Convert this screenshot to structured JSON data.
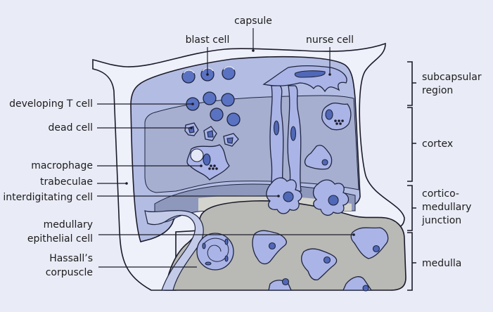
{
  "title": "Thymus lobule structure",
  "colors": {
    "background": "#e9ebf6",
    "capsule_fill": "#eef0fa",
    "subcapsular_fill": "#b3bde3",
    "cortex_fill": "#a6afd0",
    "medulla_fill": "#b9b9b5",
    "junction_fill": "#d4d4ce",
    "cell_fill": "#aab4e6",
    "nucleus_fill": "#5068b8"
  },
  "labels": {
    "capsule": "capsule",
    "blast_cell": "blast cell",
    "nurse_cell": "nurse cell",
    "developing_t_cell": "developing T cell",
    "dead_cell": "dead cell",
    "macrophage": "macrophage",
    "trabeculae": "trabeculae",
    "interdigitating_cell": "interdigitating cell",
    "medullary_epithelial_cell": [
      "medullary",
      "epithelial cell"
    ],
    "hassalls_corpuscle": [
      "Hassall’s",
      "corpuscle"
    ]
  },
  "regions": [
    {
      "id": "subcapsular",
      "lines": [
        "subcapsular",
        "region"
      ]
    },
    {
      "id": "cortex",
      "lines": [
        "cortex"
      ]
    },
    {
      "id": "corticomedullary",
      "lines": [
        "cortico-",
        "medullary",
        "junction"
      ]
    },
    {
      "id": "medulla",
      "lines": [
        "medulla"
      ]
    }
  ]
}
